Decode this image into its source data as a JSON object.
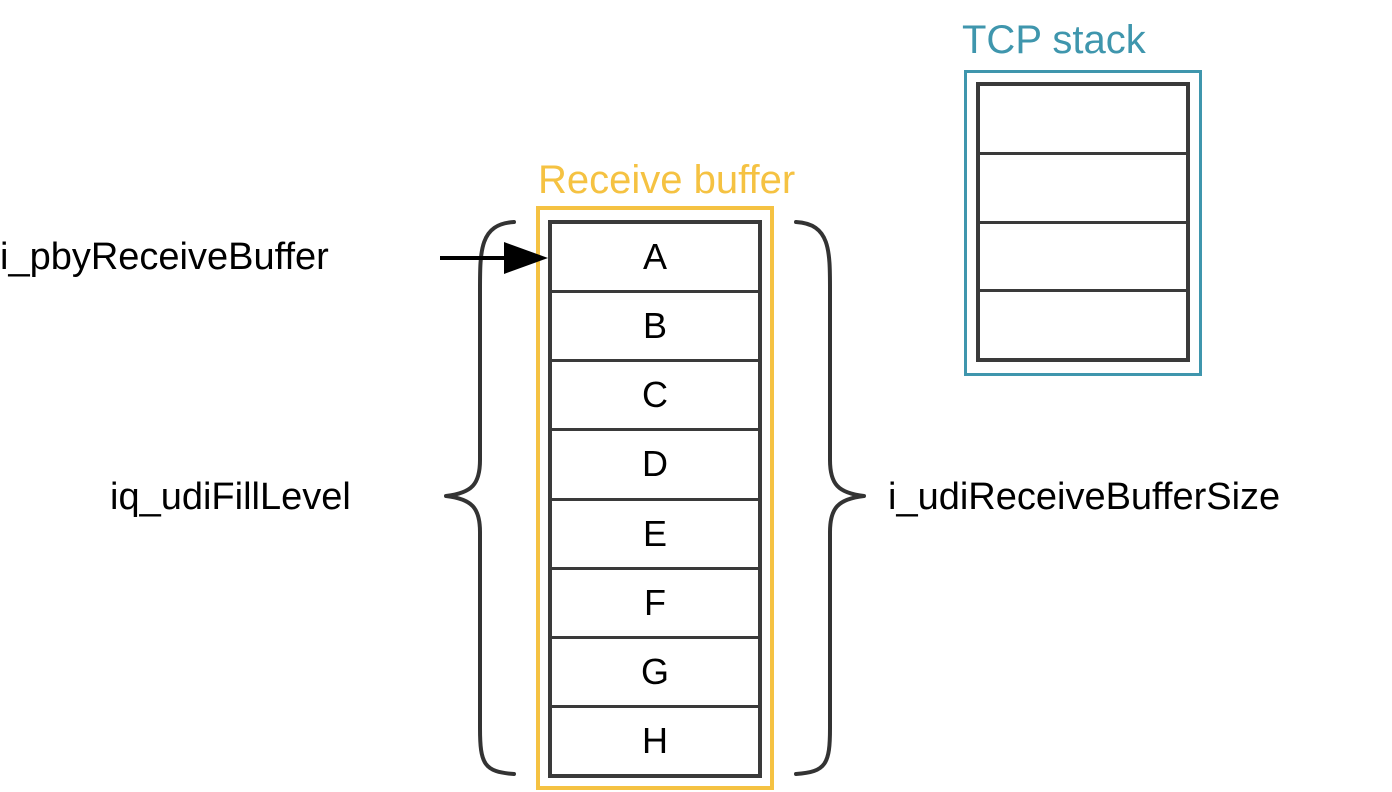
{
  "receive_buffer": {
    "title": "Receive buffer",
    "cells": [
      "A",
      "B",
      "C",
      "D",
      "E",
      "F",
      "G",
      "H"
    ],
    "frame_color": "#f5c242"
  },
  "tcp_stack": {
    "title": "TCP stack",
    "cells": [
      "",
      "",
      "",
      ""
    ],
    "frame_color": "#3f96ad"
  },
  "labels": {
    "pointer": "i_pbyReceiveBuffer",
    "fill_level": "iq_udiFillLevel",
    "buffer_size": "i_udiReceiveBufferSize"
  },
  "colors": {
    "cell_border": "#3a3a3a",
    "text": "#000000"
  }
}
